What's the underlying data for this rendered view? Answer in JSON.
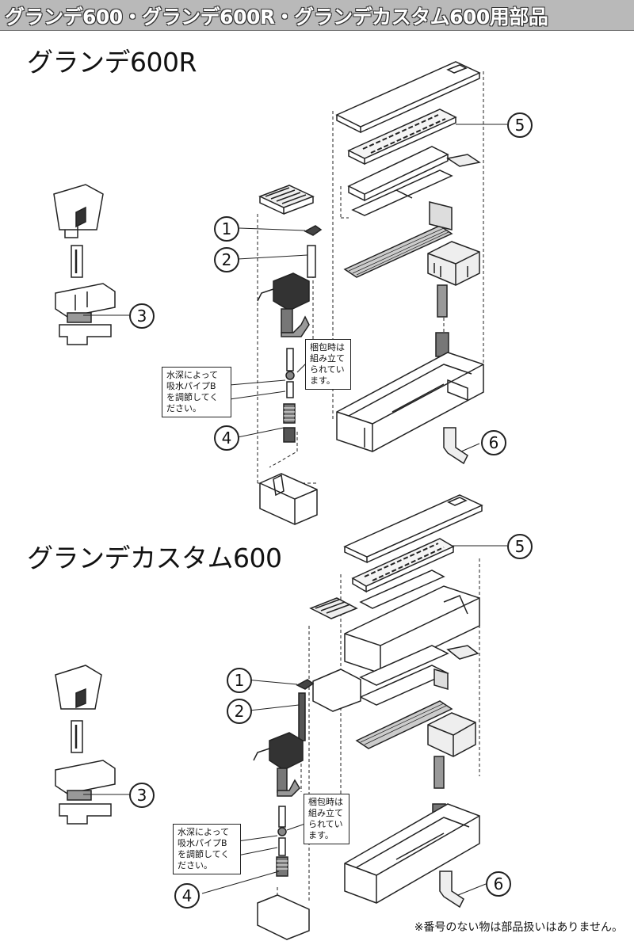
{
  "header": {
    "title": "グランデ600・グランデ600R・グランデカスタム600用部品"
  },
  "sections": [
    {
      "title": "グランデ600R",
      "callouts": [
        "1",
        "2",
        "3",
        "4",
        "5",
        "6"
      ],
      "note_packed": "梱包時は\n組み立て\nられてい\nます。",
      "note_depth": "水深によって\n吸水パイプB\nを調節してく\nださい。"
    },
    {
      "title": "グランデカスタム600",
      "callouts": [
        "1",
        "2",
        "3",
        "4",
        "5",
        "6"
      ],
      "note_packed": "梱包時は\n組み立て\nられてい\nます。",
      "note_depth": "水深によって\n吸水パイプB\nを調節してく\nださい。"
    }
  ],
  "footer": {
    "note": "※番号のない物は部品扱いはありません。"
  }
}
